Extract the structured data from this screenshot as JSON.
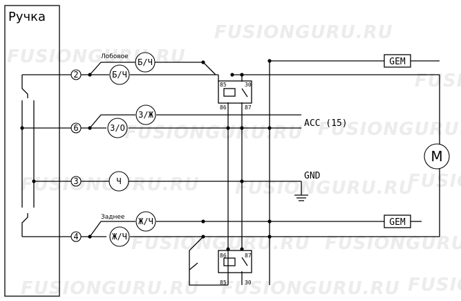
{
  "watermark": "FUSIONGURU.RU",
  "switch_block": {
    "title": "Ручка"
  },
  "pins": [
    {
      "id": "2"
    },
    {
      "id": "6"
    },
    {
      "id": "3"
    },
    {
      "id": "4"
    }
  ],
  "wire_labels": {
    "front": "Лобовое",
    "rear": "Заднее"
  },
  "wire_colors": {
    "front_top": "Б/Ч",
    "front_bottom": "Б/Ч",
    "pin6_top": "З/Ж",
    "pin6_bottom": "З/О",
    "pin3": "Ч",
    "rear_top": "Ж/Ч",
    "rear_bottom": "Ж/Ч"
  },
  "relays": [
    {
      "name": "relay-1",
      "pin_tl": "85",
      "pin_tr": "30",
      "pin_bl": "86",
      "pin_br": "87"
    },
    {
      "name": "relay-2",
      "pin_tl": "86",
      "pin_tr": "87",
      "pin_bl": "85",
      "pin_br": "30"
    }
  ],
  "terminals": {
    "gem_top": "GEM",
    "gem_bottom": "GEM",
    "acc": "ACC (15)",
    "gnd": "GND"
  },
  "motor": {
    "label": "M"
  }
}
